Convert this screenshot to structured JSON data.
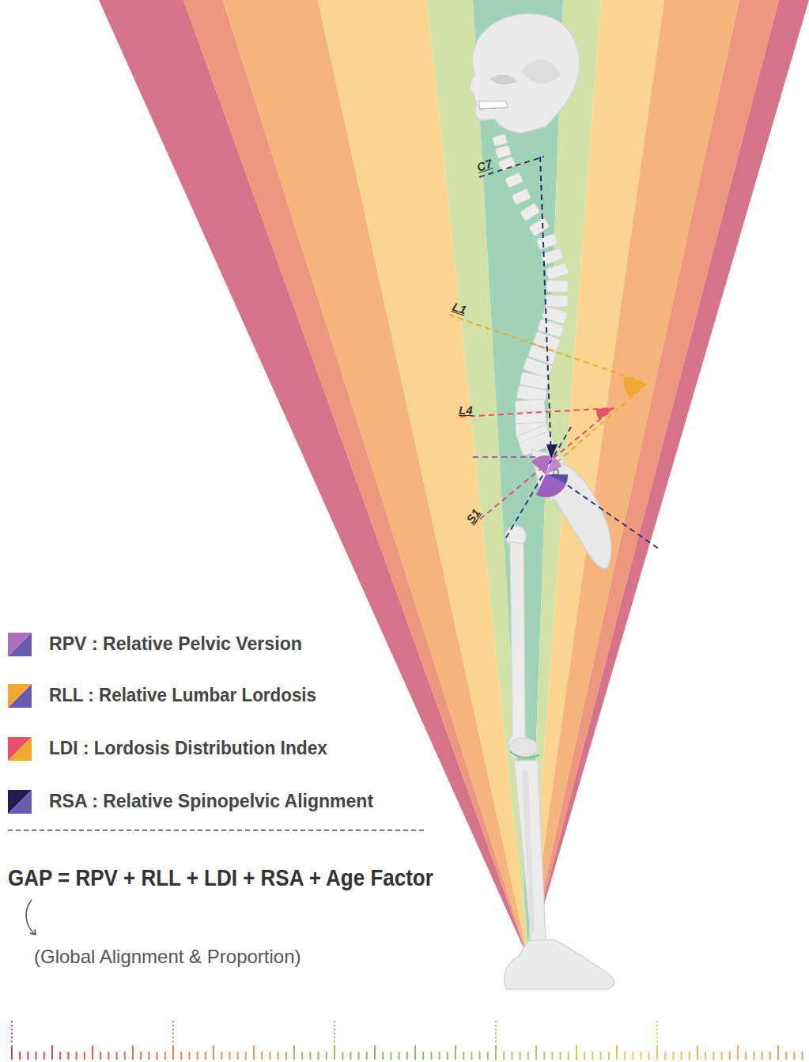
{
  "diagram": {
    "labels": [
      "C7",
      "L1",
      "L4",
      "S1",
      "GAP = RPV + RLL + LDI + RSA + Age Factor",
      "(Global Alignment & Proportion)"
    ],
    "legend": [
      {
        "text": "RPV : Relative Pelvic Version"
      },
      {
        "text": "RLL : Relative Lumbar Lordosis"
      },
      {
        "text": "LDI : Lordosis Distribution Index"
      },
      {
        "text": "RSA : Relative Spinopelvic Alignment"
      }
    ]
  }
}
